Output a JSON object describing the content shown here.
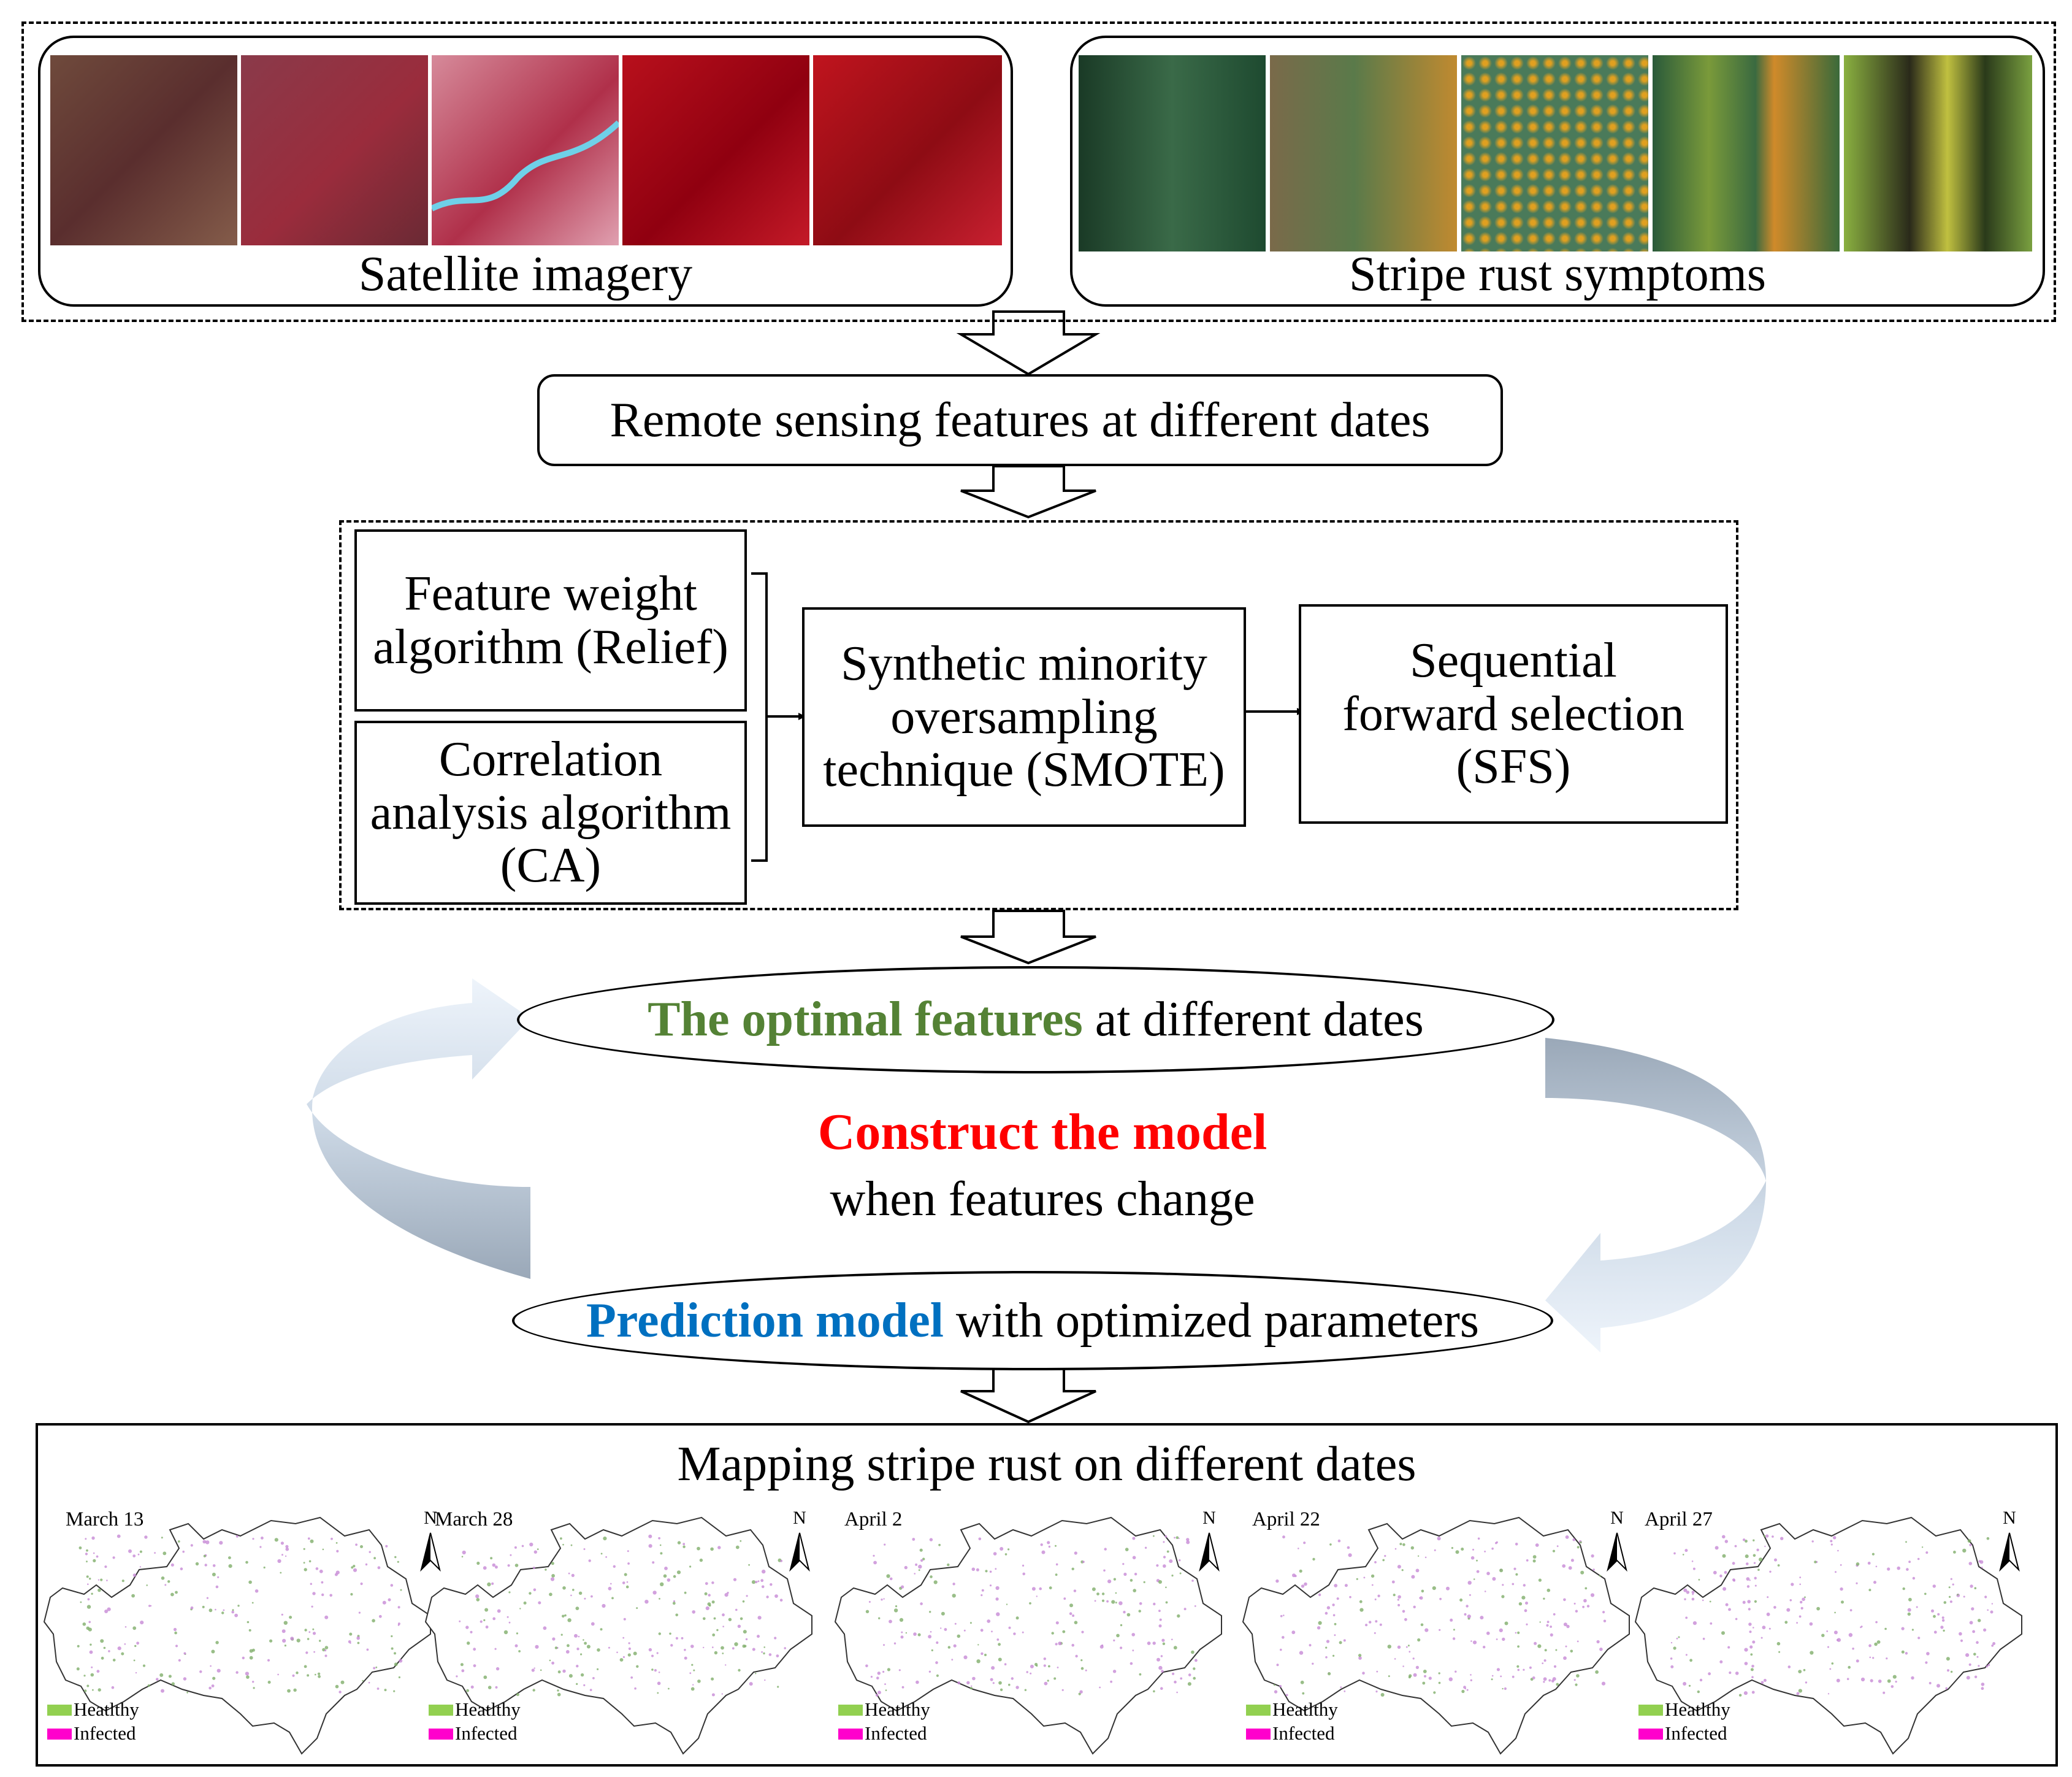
{
  "top_panels": {
    "satellite_label": "Satellite imagery",
    "symptoms_label": "Stripe rust symptoms"
  },
  "steps": {
    "remote_sensing": "Remote sensing features at different dates"
  },
  "feature_selection": {
    "relief": "Feature weight algorithm (Relief)",
    "ca": "Correlation analysis algorithm (CA)",
    "smote": "Synthetic minority oversampling technique (SMOTE)",
    "sfs": "Sequential forward selection (SFS)"
  },
  "loop": {
    "optimal_highlight": "The optimal features",
    "optimal_rest": "at different dates",
    "construct_highlight": "Construct the model",
    "construct_rest": "when features change",
    "prediction_highlight": "Prediction model",
    "prediction_rest": "with optimized parameters"
  },
  "mapping": {
    "title": "Mapping stripe rust on different dates",
    "north": "N",
    "legend_healthy": "Heatlthy",
    "legend_infected": "Infected",
    "healthy_color": "#92d050",
    "infected_color": "#ff00cc",
    "dates": [
      "March 13",
      "March 28",
      "April 2",
      "April 22",
      "April 27"
    ]
  },
  "colors": {
    "optimal": "#548235",
    "construct": "#ff0000",
    "prediction": "#0070c0"
  }
}
